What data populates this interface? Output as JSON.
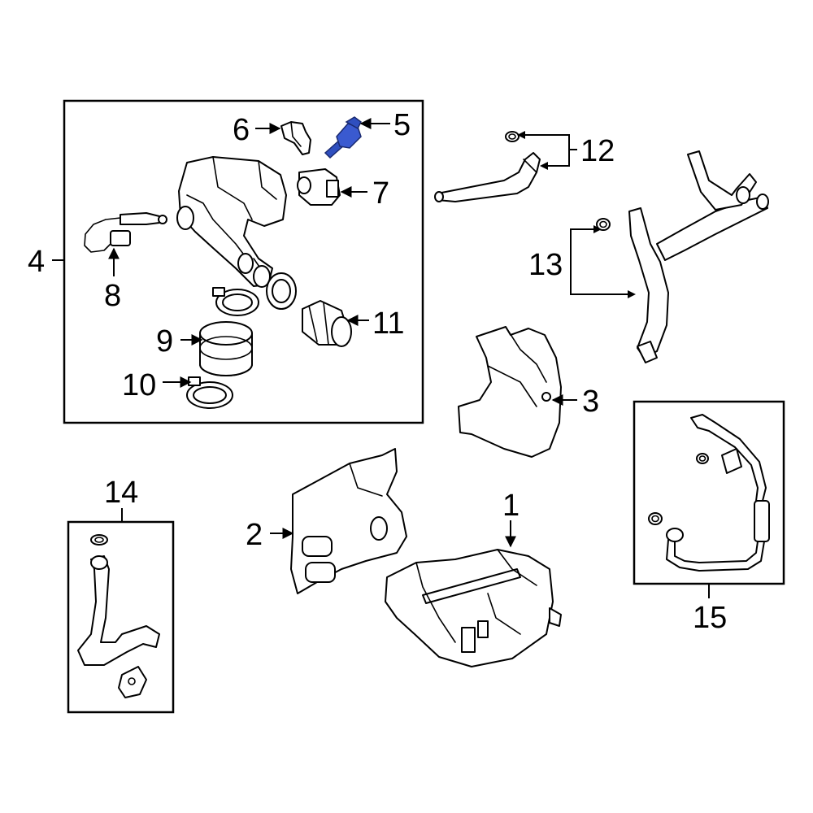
{
  "diagram": {
    "highlight_color": "#2f4fbf",
    "line_color": "#000000",
    "background": "#ffffff",
    "callouts": {
      "c1": "1",
      "c2": "2",
      "c3": "3",
      "c4": "4",
      "c5": "5",
      "c6": "6",
      "c7": "7",
      "c8": "8",
      "c9": "9",
      "c10": "10",
      "c11": "11",
      "c12": "12",
      "c13": "13",
      "c14": "14",
      "c15": "15"
    }
  }
}
